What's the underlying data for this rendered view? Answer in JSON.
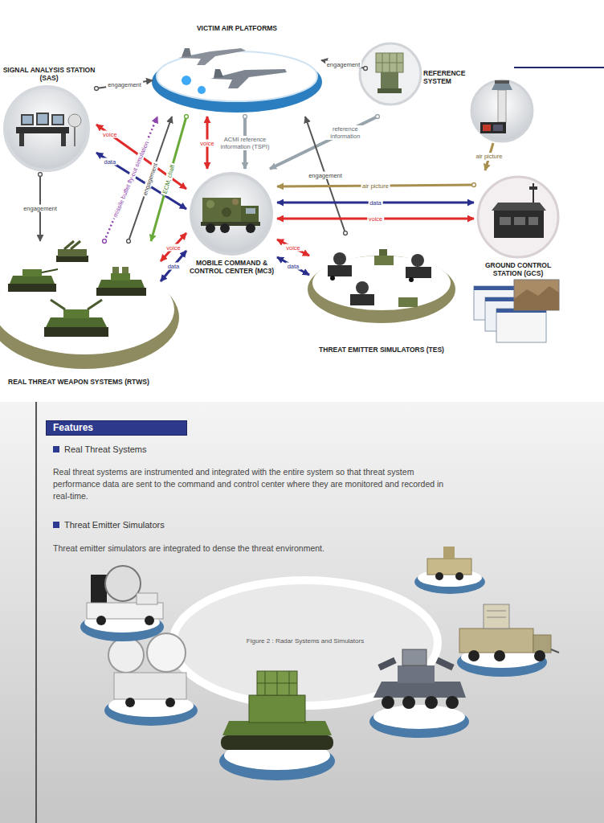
{
  "diagram": {
    "caption": "Figure 2 : Radar Systems and Simulators",
    "nodes": [
      {
        "text": [
          "VICTIM AIR PLATFORMS"
        ]
      },
      {
        "text": [
          "SIGNAL ANALYSIS STATION (SAS)"
        ]
      },
      {
        "text": [
          "REFERENCE SYSTEM"
        ]
      },
      {
        "text": [
          "MOBILE COMMAND & CONTROL CENTER (MC3)"
        ]
      },
      {
        "text": [
          "GROUND CONTROL STATION (GCS)"
        ]
      },
      {
        "text": [
          "REAL THREAT WEAPON SYSTEMS (RTWS)"
        ]
      },
      {
        "text": [
          "THREAT EMITTER SIMULATORS (TES)"
        ]
      },
      {
        "text": [
          "Features"
        ]
      }
    ],
    "edges": [
      {
        "from": 2,
        "to": 0,
        "arrow": "to",
        "label": "engagement"
      },
      {
        "from": 1,
        "to": 0,
        "arrow": "to",
        "label": "engagement"
      },
      {
        "from": 1,
        "to": 3,
        "arrow": "both",
        "label": "voice"
      },
      {
        "from": 1,
        "to": 3,
        "arrow": "both",
        "label": "data"
      },
      {
        "from": 1,
        "to": 5,
        "arrow": "to",
        "label": "engagement"
      },
      {
        "from": 5,
        "to": 0,
        "arrow": "to",
        "label": "missile buffet fly-out simulation"
      },
      {
        "from": 5,
        "to": 0,
        "arrow": "to",
        "label": "engagement"
      },
      {
        "from": 0,
        "to": 5,
        "arrow": "to",
        "label": "ECM, chaff"
      },
      {
        "from": 0,
        "to": 3,
        "arrow": "both",
        "label": "voice"
      },
      {
        "from": 0,
        "to": 3,
        "arrow": "to",
        "label": "ACMI reference information (TSPI)"
      },
      {
        "from": 2,
        "to": 3,
        "arrow": "to",
        "label": "reference information"
      },
      {
        "from": 6,
        "to": 0,
        "arrow": "to",
        "label": "engagement"
      },
      {
        "from": 4,
        "to": 3,
        "arrow": "to",
        "label": "air picture"
      },
      {
        "from": 3,
        "to": 4,
        "arrow": "both",
        "label": "data"
      },
      {
        "from": 3,
        "to": 4,
        "arrow": "both",
        "label": "voice"
      },
      {
        "from": 5,
        "to": 3,
        "arrow": "both",
        "label": "voice"
      },
      {
        "from": 5,
        "to": 3,
        "arrow": "both",
        "label": "data"
      },
      {
        "from": 3,
        "to": 6,
        "arrow": "both",
        "label": "voice"
      },
      {
        "from": 3,
        "to": 6,
        "arrow": "both",
        "label": "data"
      }
    ],
    "labels": [
      "air picture",
      "Real Threat Systems",
      "Real threat systems are instrumented and integrated with the entire system so that threat system performance data are sent to the command and control center where they are monitored and recorded in real-time.",
      "Threat Emitter Simulators",
      "Threat emitter simulators are integrated to dense the threat environment."
    ]
  }
}
